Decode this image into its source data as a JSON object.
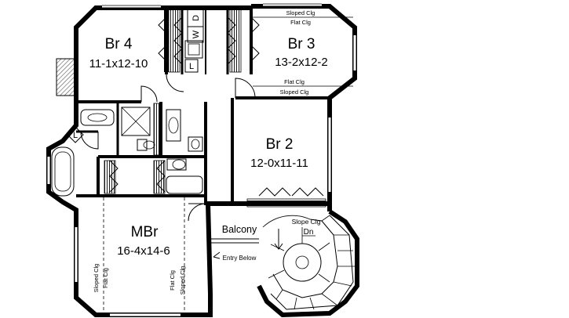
{
  "rooms": {
    "br4": {
      "name": "Br 4",
      "dims": "11-1x12-10"
    },
    "br3": {
      "name": "Br 3",
      "dims": "13-2x12-2"
    },
    "br2": {
      "name": "Br 2",
      "dims": "12-0x11-11"
    },
    "mbr": {
      "name": "MBr",
      "dims": "16-4x14-6"
    }
  },
  "labels": {
    "sloped_clg": "Sloped Clg",
    "flat_clg": "Flat Clg",
    "balcony": "Balcony",
    "slope_clg": "Slope Clg",
    "dn": "Dn",
    "entry_below": "Entry Below",
    "w": "W",
    "d": "D",
    "l": "L"
  },
  "colors": {
    "line": "#000000",
    "background": "#ffffff",
    "hatch": "#555555"
  }
}
